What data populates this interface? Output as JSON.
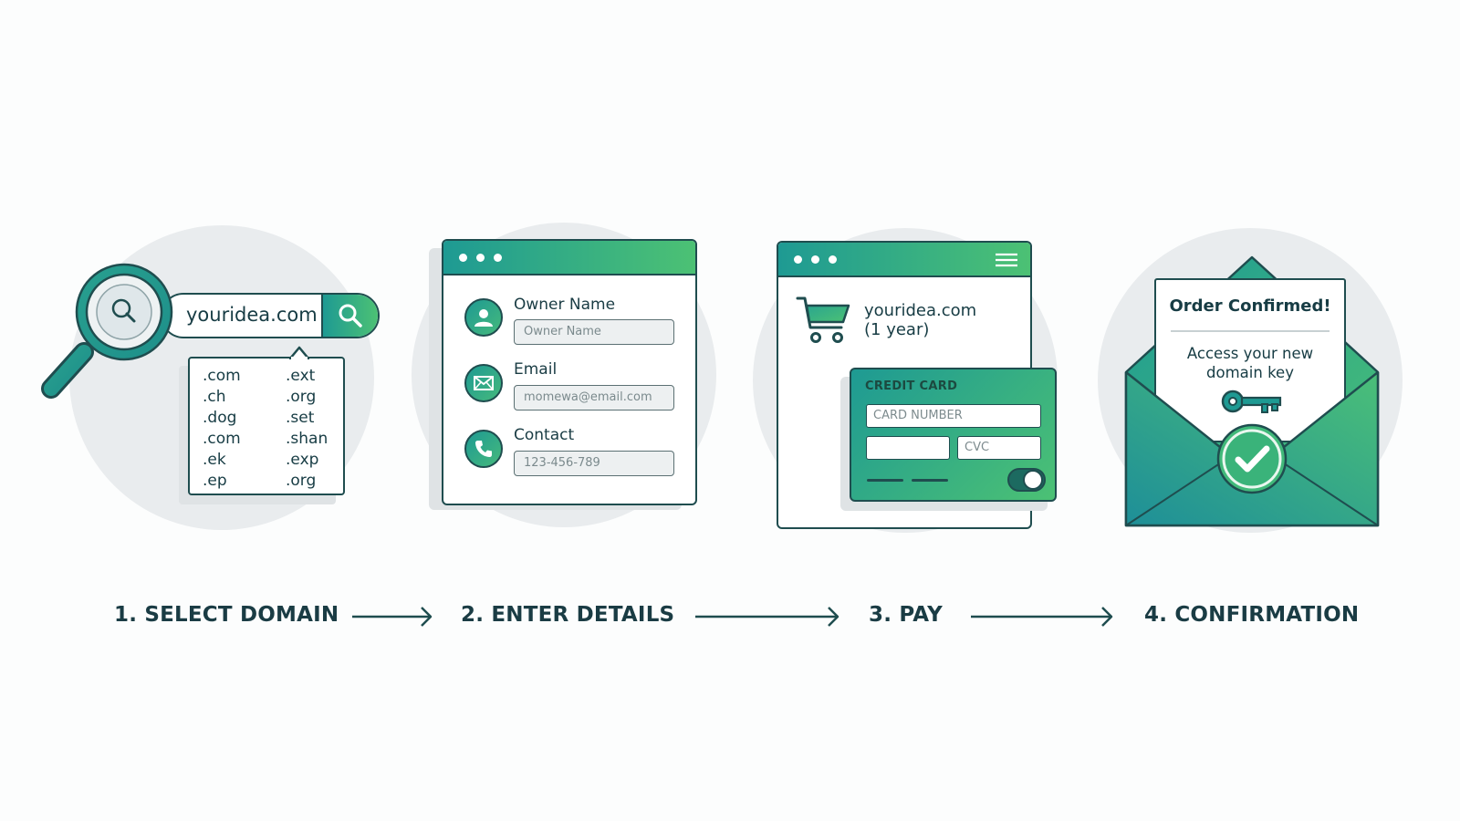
{
  "colors": {
    "dark": "#1f4d4f",
    "teal": "#1e9a93",
    "green": "#4cc174",
    "circle_bg": "#e9ecee"
  },
  "step1": {
    "search_value": "youridea.com",
    "tlds_left": [
      ".com",
      ".ch",
      ".dog",
      ".com",
      ".ek",
      ".ep"
    ],
    "tlds_right": [
      ".ext",
      ".org",
      ".set",
      ".shan",
      ".exp",
      ".org"
    ],
    "icons": [
      "magnifier-icon",
      "search-icon"
    ]
  },
  "step2": {
    "owner_label": "Owner Name",
    "owner_placeholder": "Owner Name",
    "email_label": "Email",
    "email_value": "momewa@email.com",
    "contact_label": "Contact",
    "contact_value": "123-456-789",
    "icons": [
      "user-icon",
      "mail-icon",
      "phone-icon"
    ]
  },
  "step3": {
    "product_line1": "youridea.com",
    "product_line2": "(1 year)",
    "card_title": "CREDIT CARD",
    "card_number_placeholder": "CARD NUMBER",
    "cvc_placeholder": "CVC",
    "icons": [
      "cart-icon",
      "menu-icon",
      "toggle-icon"
    ]
  },
  "step4": {
    "title": "Order Confirmed!",
    "message_line1": "Access your new",
    "message_line2": "domain key",
    "icons": [
      "envelope-icon",
      "key-icon",
      "checkmark-icon"
    ]
  },
  "steps": [
    {
      "label": "1. SELECT DOMAIN"
    },
    {
      "label": "2. ENTER DETAILS"
    },
    {
      "label": "3. PAY"
    },
    {
      "label": "4. CONFIRMATION"
    }
  ]
}
